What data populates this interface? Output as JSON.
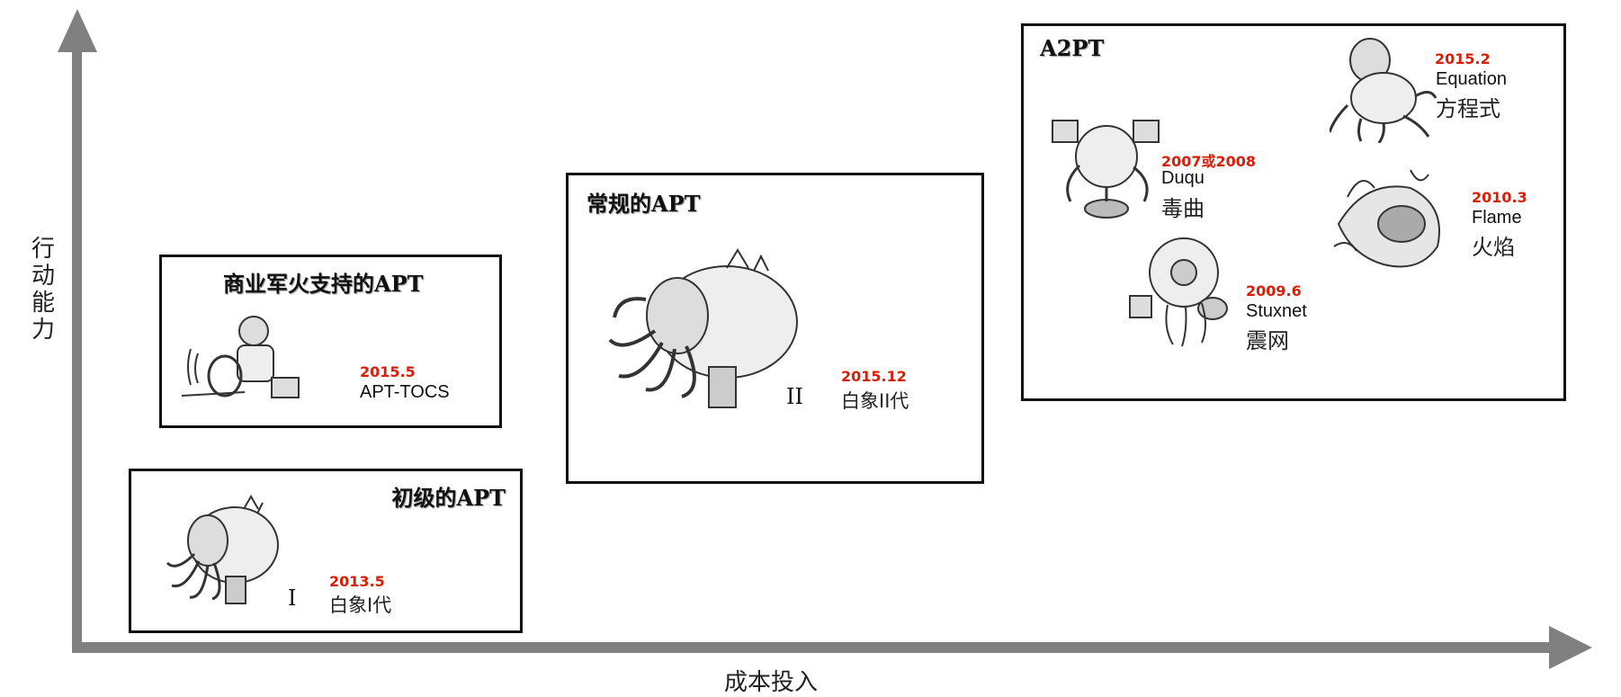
{
  "axes": {
    "y_label": "行动能力",
    "x_label": "成本投入",
    "color": "#808080"
  },
  "colors": {
    "date": "#d81e06",
    "frame": "#111111"
  },
  "groups": {
    "basic": {
      "title": "初级的APT",
      "roman": "I",
      "entries": [
        {
          "date": "2013.5",
          "name_cn": "白象I代",
          "icon": "elephant-sketch-icon"
        }
      ]
    },
    "commercial": {
      "title": "商业军火支持的APT",
      "entries": [
        {
          "date": "2015.5",
          "name_en": "APT-TOCS",
          "icon": "robot-sketch-icon"
        }
      ]
    },
    "regular": {
      "title": "常规的APT",
      "roman": "II",
      "entries": [
        {
          "date": "2015.12",
          "name_cn": "白象II代",
          "icon": "elephant-sketch-icon"
        }
      ]
    },
    "a2pt": {
      "title": "A2PT",
      "entries": [
        {
          "date": "2015.2",
          "name_en": "Equation",
          "name_cn": "方程式",
          "icon": "octopus-sketch-icon"
        },
        {
          "date": "2007或2008",
          "name_en": "Duqu",
          "name_cn": "毒曲",
          "icon": "machine-sketch-icon"
        },
        {
          "date": "2010.3",
          "name_en": "Flame",
          "name_cn": "火焰",
          "icon": "flame-creature-sketch-icon"
        },
        {
          "date": "2009.6",
          "name_en": "Stuxnet",
          "name_cn": "震网",
          "icon": "gear-monster-sketch-icon"
        }
      ]
    }
  }
}
